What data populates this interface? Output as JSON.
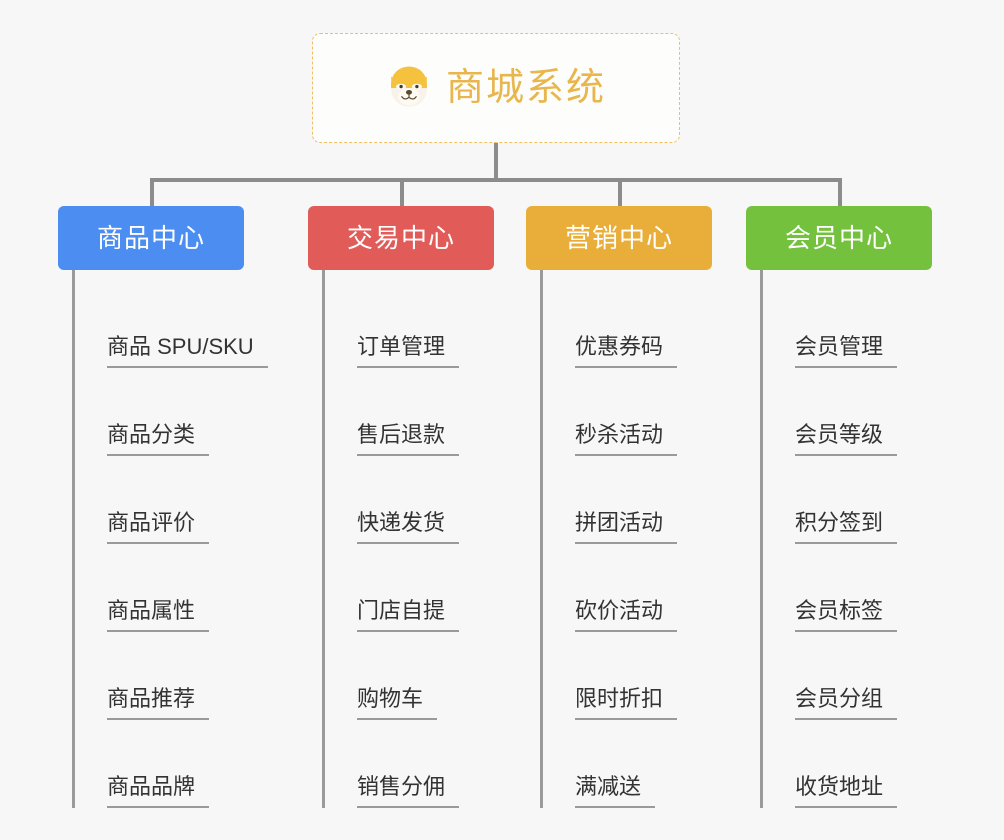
{
  "page": {
    "background": "#f7f7f7",
    "line_color": "#8c8c8c"
  },
  "root": {
    "title": "商城系统",
    "icon": "shiba-dog-emoji",
    "border_color": "#f0c060",
    "text_color": "#e8b64c"
  },
  "columns": [
    {
      "category": "商品中心",
      "color": "#4b8df0",
      "items": [
        "商品 SPU/SKU",
        "商品分类",
        "商品评价",
        "商品属性",
        "商品推荐",
        "商品品牌"
      ]
    },
    {
      "category": "交易中心",
      "color": "#e15b58",
      "items": [
        "订单管理",
        "售后退款",
        "快递发货",
        "门店自提",
        "购物车",
        "销售分佣"
      ]
    },
    {
      "category": "营销中心",
      "color": "#e9ae3a",
      "items": [
        "优惠券码",
        "秒杀活动",
        "拼团活动",
        "砍价活动",
        "限时折扣",
        "满减送"
      ]
    },
    {
      "category": "会员中心",
      "color": "#73c13d",
      "items": [
        "会员管理",
        "会员等级",
        "积分签到",
        "会员标签",
        "会员分组",
        "收货地址"
      ]
    }
  ]
}
